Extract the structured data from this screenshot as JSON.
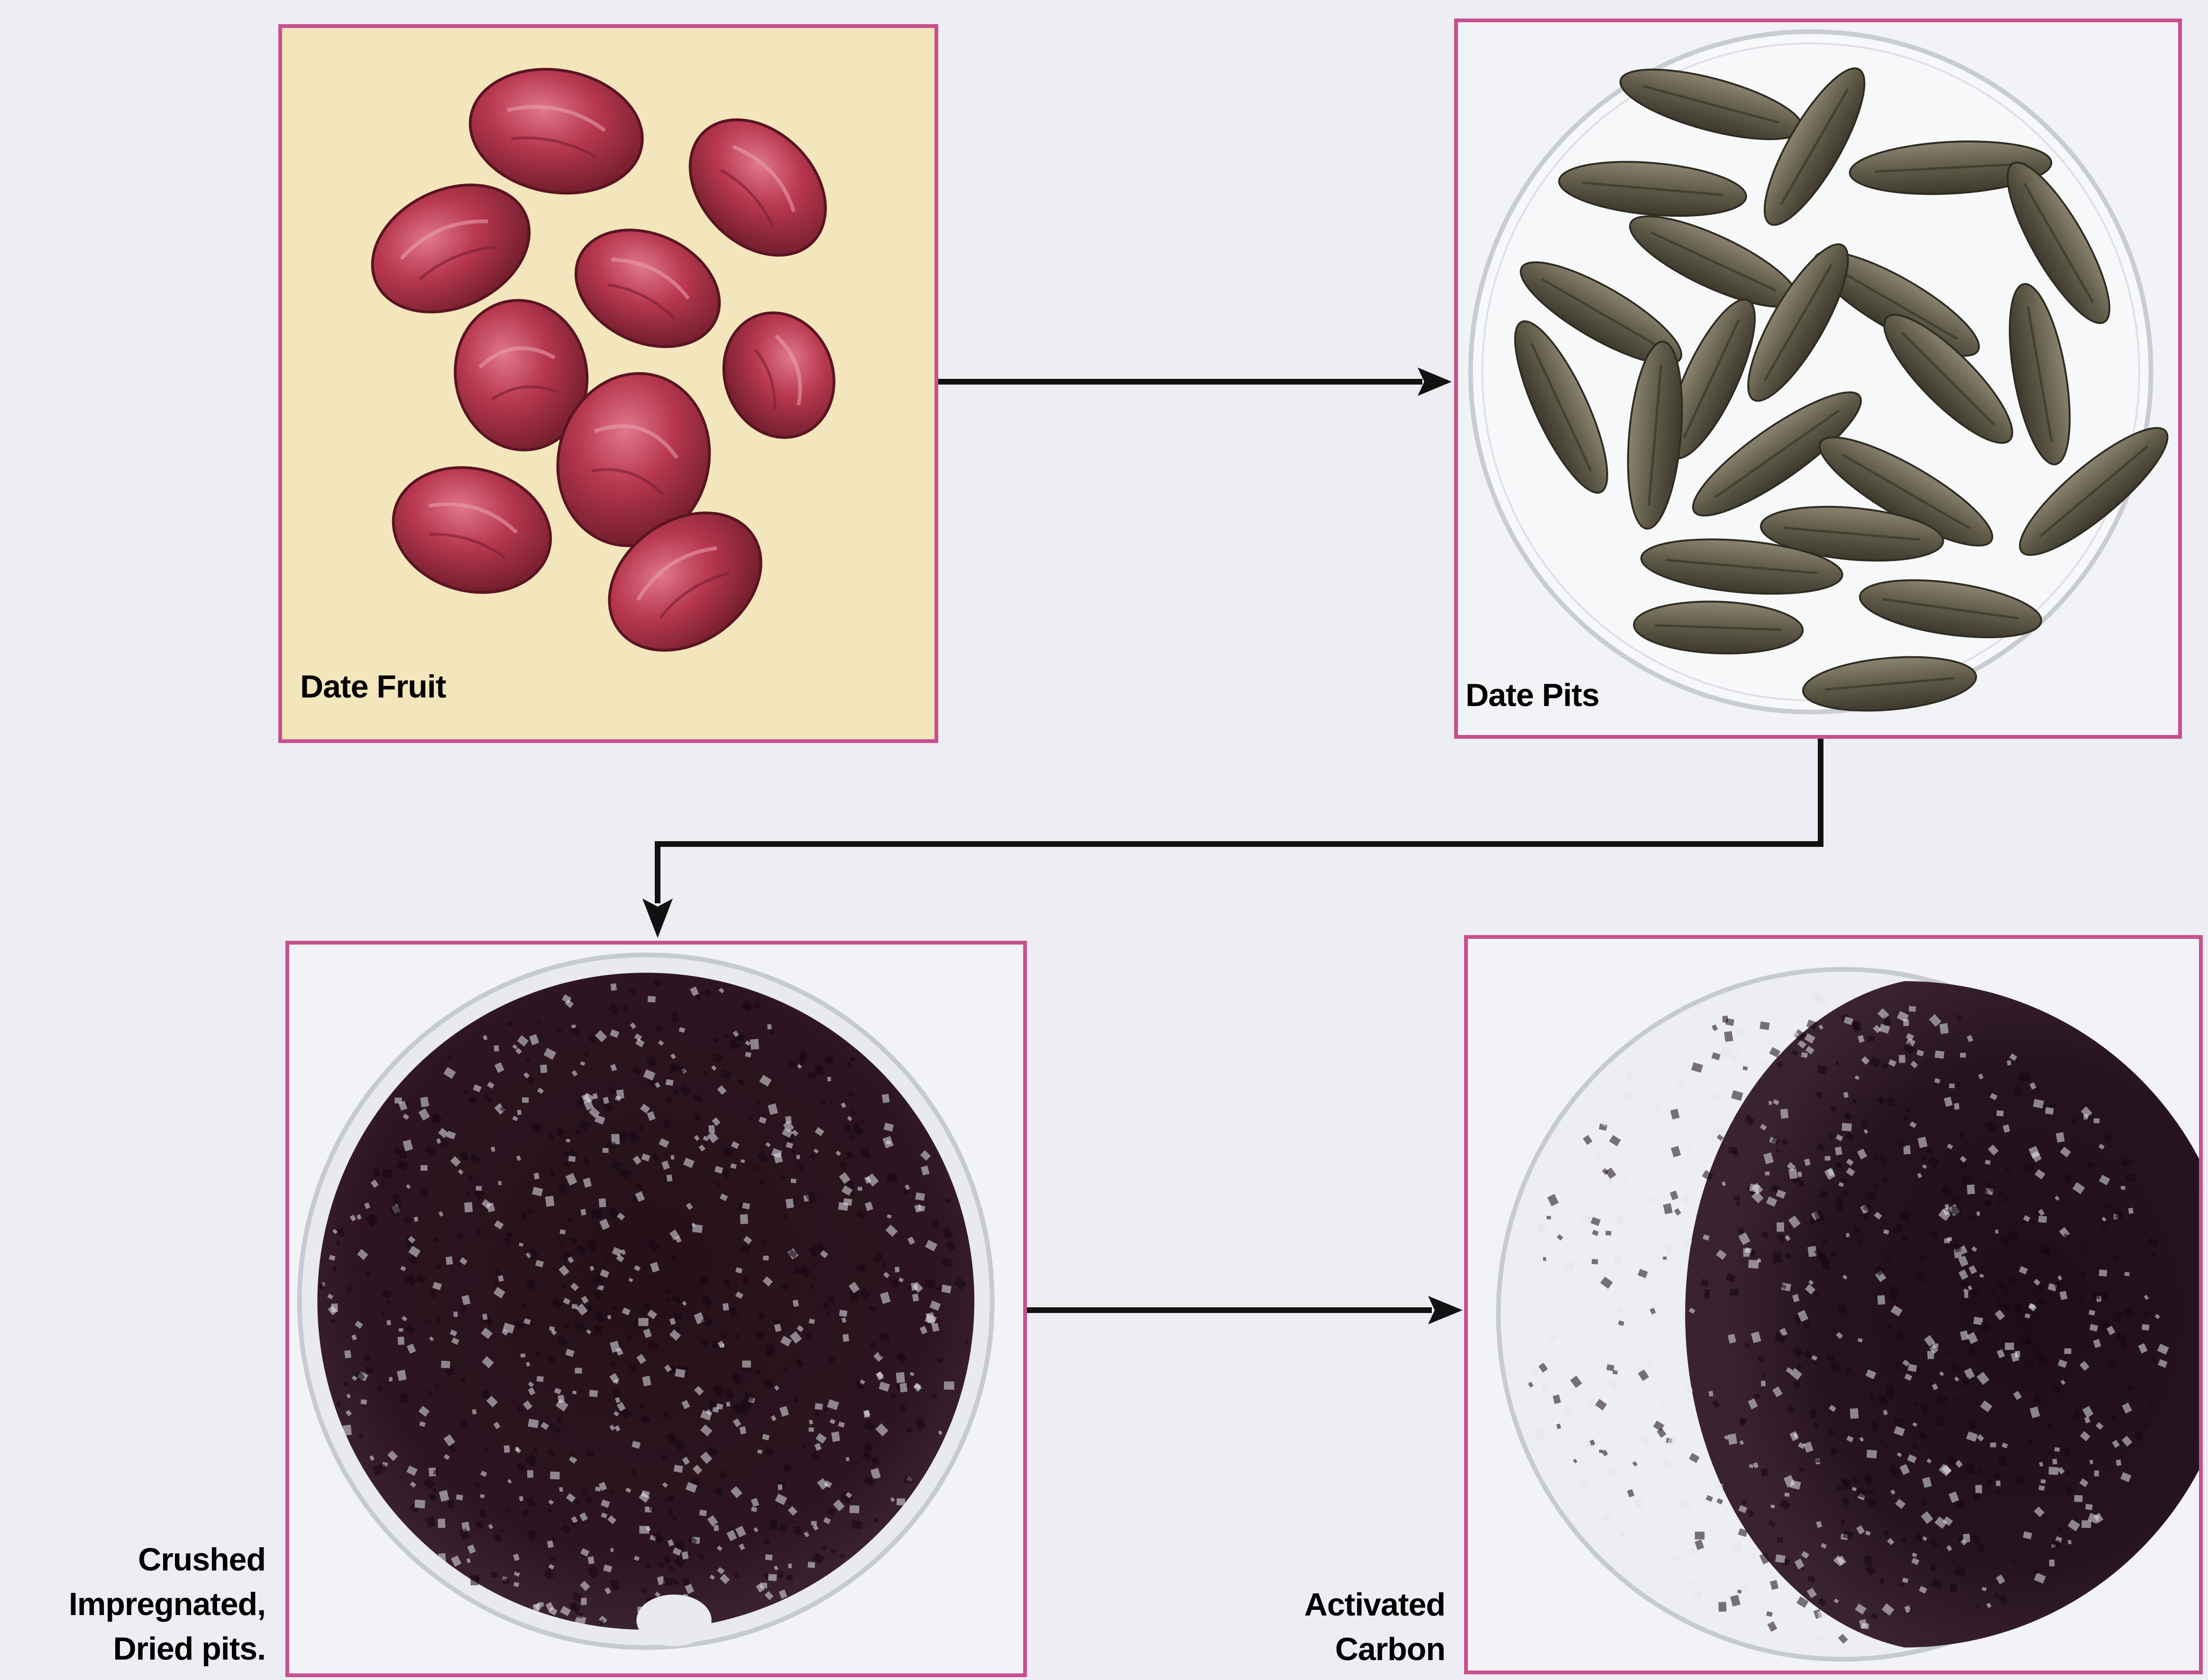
{
  "diagram": {
    "steps": [
      {
        "id": "fruit",
        "label": "Date Fruit"
      },
      {
        "id": "pits",
        "label": "Date Pits"
      },
      {
        "id": "crushed",
        "label_lines": [
          "Crushed",
          "Impregnated,",
          "Dried pits."
        ]
      },
      {
        "id": "carbon",
        "label_lines": [
          "Activated",
          "Carbon"
        ]
      }
    ],
    "flow": [
      "fruit -> pits",
      "pits -> crushed",
      "crushed -> carbon"
    ],
    "colors": {
      "panel_border": "#c8508f",
      "arrow": "#111111",
      "fruit_background": "#f3e6bc",
      "date_fruit": "#b2344d",
      "date_pit": "#5f5a48",
      "carbon": "#2a1523"
    }
  }
}
